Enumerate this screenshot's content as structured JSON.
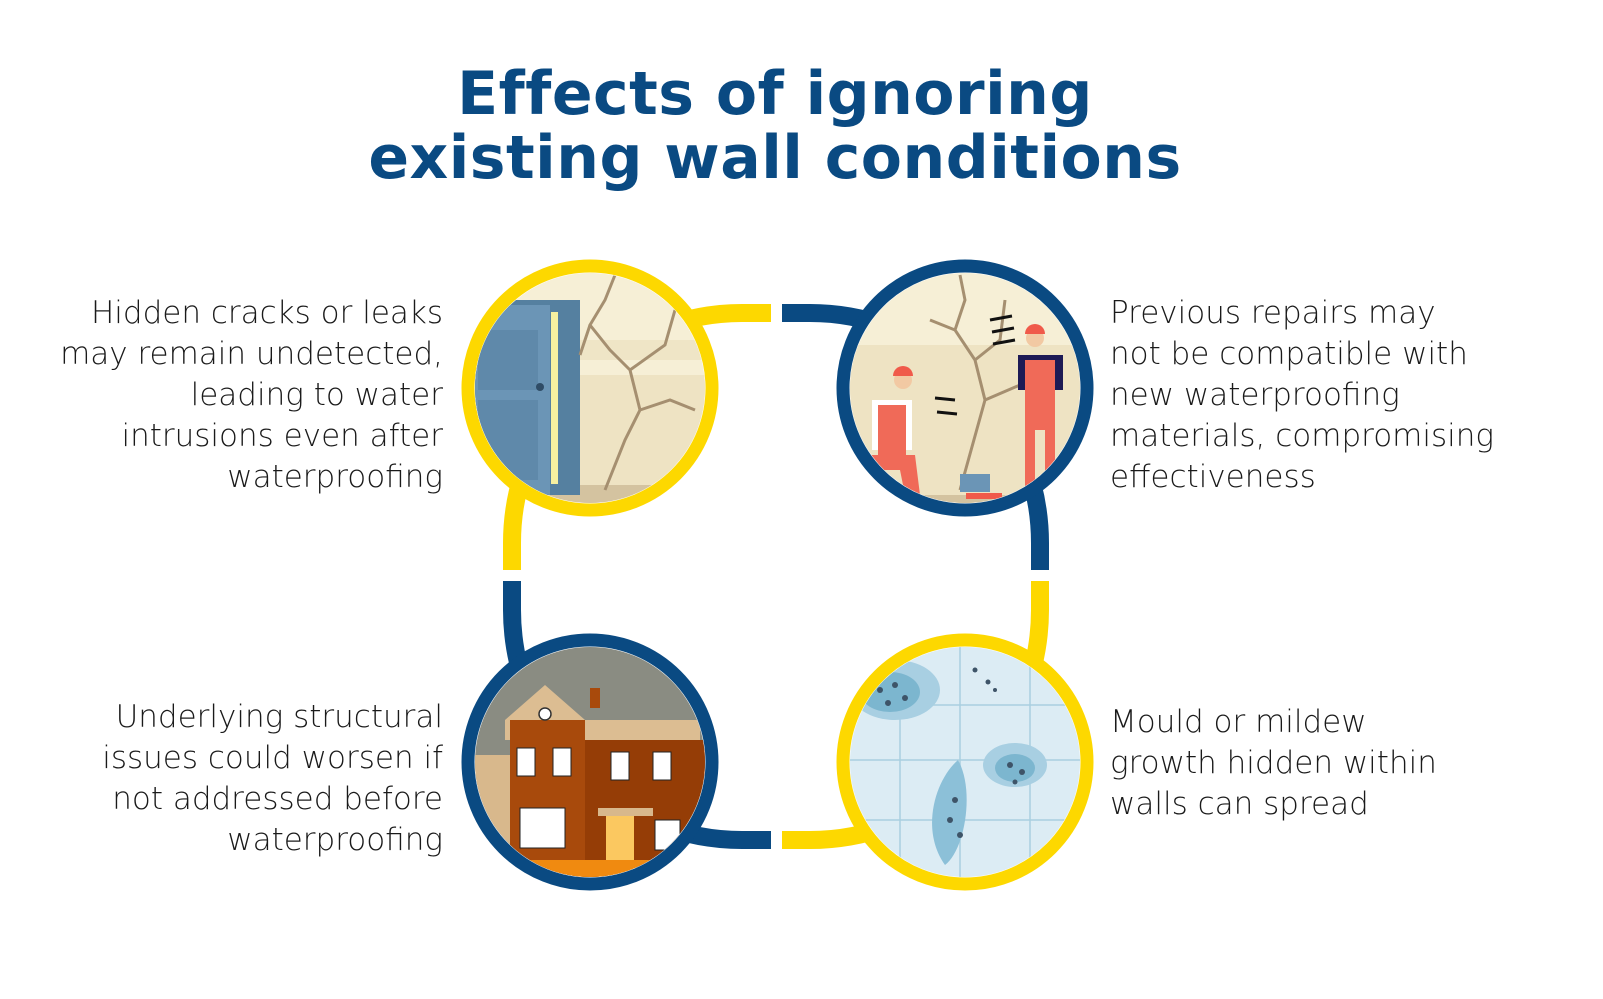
{
  "title_line1": "Effects of ignoring",
  "title_line2": "existing wall conditions",
  "colors": {
    "navy": "#0a4a82",
    "yellow": "#fdd800"
  },
  "items": [
    {
      "lines": [
        "Hidden cracks or leaks",
        "may remain undetected,",
        "leading to water",
        "intrusions even after",
        "waterproofing"
      ],
      "icon": "cracked-wall-door-icon"
    },
    {
      "lines": [
        "Previous repairs may",
        "not be compatible with",
        "new waterproofing",
        "materials, compromising",
        "effectiveness"
      ],
      "icon": "workers-repairing-wall-icon"
    },
    {
      "lines": [
        "Underlying structural",
        "issues could worsen if",
        "not addressed before",
        "waterproofing"
      ],
      "icon": "damaged-house-icon"
    },
    {
      "lines": [
        "Mould or mildew",
        "growth hidden within",
        "walls can spread"
      ],
      "icon": "mould-tiles-icon"
    }
  ]
}
